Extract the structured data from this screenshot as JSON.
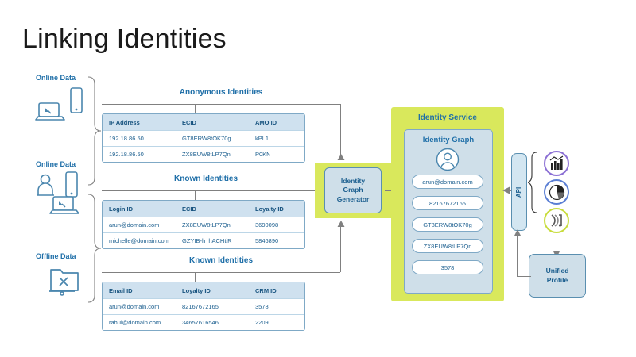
{
  "slide": {
    "title": "Linking Identities"
  },
  "sources": [
    {
      "label": "Online Data",
      "icons": [
        "laptop-icon",
        "smartphone-icon"
      ]
    },
    {
      "label": "Online Data",
      "icons": [
        "person-icon",
        "smartphone-icon",
        "laptop-icon"
      ]
    },
    {
      "label": "Offline Data",
      "icons": [
        "file-folder-icon"
      ]
    }
  ],
  "tables": [
    {
      "title": "Anonymous Identities",
      "columns": [
        "IP Address",
        "ECID",
        "AMO ID"
      ],
      "rows": [
        [
          "192.18.86.50",
          "GT8ERW8tOK70g",
          "kPL1"
        ],
        [
          "192.18.86.50",
          "ZX8EUW8tLP7Qn",
          "P0KN"
        ]
      ]
    },
    {
      "title": "Known Identities",
      "columns": [
        "Login ID",
        "ECID",
        "Loyalty ID"
      ],
      "rows": [
        [
          "arun@domain.com",
          "ZX8EUW8tLP7Qn",
          "3690098"
        ],
        [
          "michelle@domain.com",
          "GZYIB-h_hACHtiR",
          "5846890"
        ]
      ]
    },
    {
      "title": "Known Identities",
      "columns": [
        "Email ID",
        "Loyalty ID",
        "CRM ID"
      ],
      "rows": [
        [
          "arun@domain.com",
          "82167672165",
          "3578"
        ],
        [
          "rahul@domain.com",
          "34657616546",
          "2209"
        ]
      ]
    }
  ],
  "generator": {
    "label": "Identity\nGraph\nGenerator",
    "line1": "Identity",
    "line2": "Graph",
    "line3": "Generator"
  },
  "identity_service": {
    "title": "Identity Service",
    "graph_title": "Identity Graph",
    "avatar_icon": "user-avatar-icon",
    "pills": [
      "arun@domain.com",
      "82167672165",
      "GT8ERW8tOK70g",
      "ZX8EUW8tLP7Qn",
      "3578"
    ]
  },
  "api": {
    "label": "API"
  },
  "app_icons": [
    {
      "name": "bar-chart-icon",
      "ring_color": "#8b6fd4"
    },
    {
      "name": "pie-chart-icon",
      "ring_color": "#5b7fd4"
    },
    {
      "name": "adobe-experience-icon",
      "ring_color": "#c8dc3c"
    }
  ],
  "unified_profile": {
    "line1": "Unified",
    "line2": "Profile"
  },
  "colors": {
    "accent_green": "#d9e85c",
    "blue_text": "#1f6fa8",
    "panel_blue": "#cfdfe9",
    "header_blue": "#cfe1ef",
    "border_blue": "#7fa9c6",
    "connector_gray": "#808080"
  }
}
